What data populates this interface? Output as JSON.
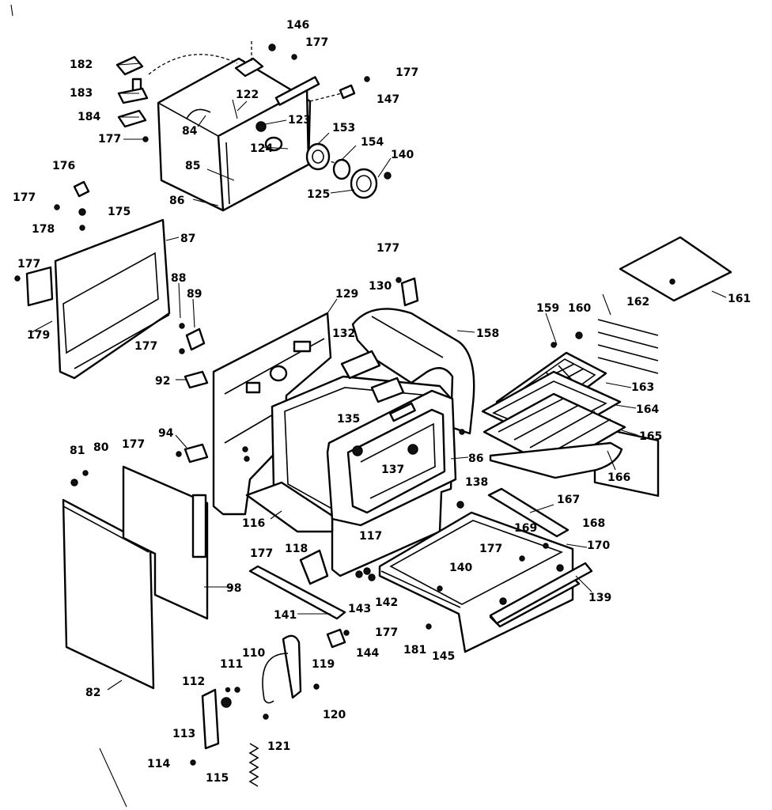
{
  "diagram": {
    "labels": [
      "146",
      "177",
      "182",
      "183",
      "184",
      "122",
      "123",
      "84",
      "153",
      "154",
      "140",
      "125",
      "124",
      "85",
      "86",
      "147",
      "176",
      "175",
      "178",
      "87",
      "179",
      "88",
      "89",
      "92",
      "94",
      "81",
      "80",
      "82",
      "98",
      "129",
      "132",
      "130",
      "158",
      "159",
      "160",
      "162",
      "161",
      "163",
      "164",
      "165",
      "166",
      "135",
      "137",
      "116",
      "117",
      "118",
      "141",
      "138",
      "167",
      "168",
      "169",
      "170",
      "139",
      "143",
      "142",
      "144",
      "145",
      "181",
      "112",
      "111",
      "110",
      "113",
      "114",
      "115",
      "119",
      "120",
      "121"
    ]
  }
}
